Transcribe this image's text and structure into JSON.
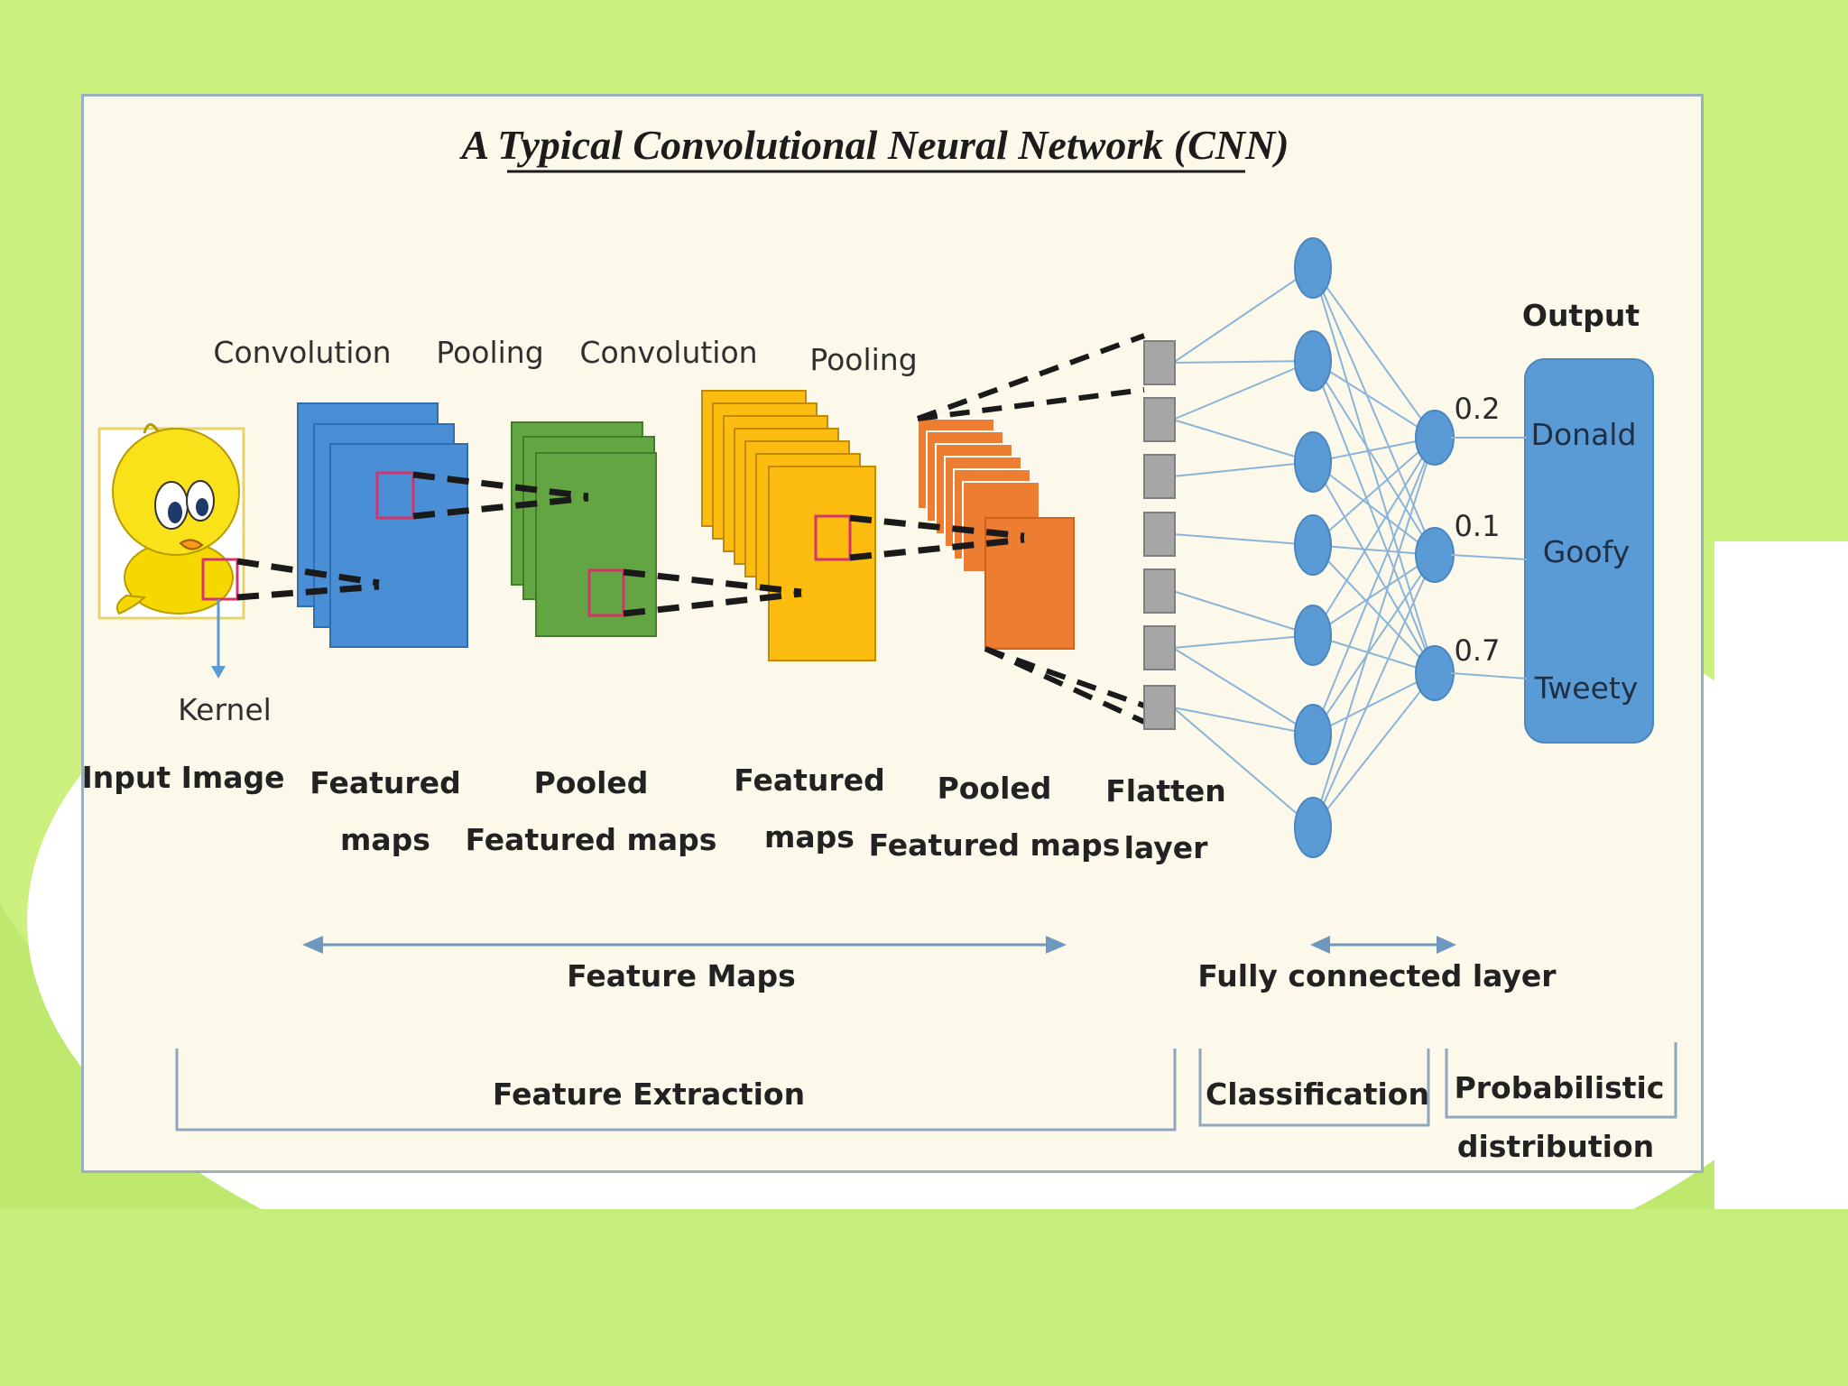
{
  "title": "A Typical Convolutional Neural Network (CNN)",
  "top_labels": [
    "Convolution",
    "Pooling",
    "Convolution",
    "Pooling"
  ],
  "kernel_label": "Kernel",
  "stage_labels": {
    "input": "Input Image",
    "featured_maps_1": [
      "Featured",
      "maps"
    ],
    "pooled_1": [
      "Pooled",
      "Featured maps"
    ],
    "featured_maps_2": [
      "Featured",
      "maps"
    ],
    "pooled_2": [
      "Pooled",
      "Featured maps"
    ],
    "flatten": [
      "Flatten",
      "layer"
    ]
  },
  "output": {
    "title": "Output",
    "classes": [
      "Donald",
      "Goofy",
      "Tweety"
    ],
    "probabilities": [
      "0.2",
      "0.1",
      "0.7"
    ]
  },
  "span_labels": {
    "feature_maps": "Feature Maps",
    "fully_connected": "Fully connected layer"
  },
  "brackets": {
    "feature_extraction": "Feature Extraction",
    "classification": "Classification",
    "probabilistic": [
      "Probabilistic",
      "distribution"
    ]
  },
  "colors": {
    "background": "#cbf07e",
    "panel": "#fdf9ea",
    "blue_maps": "#4a8fd6",
    "green_maps": "#63a443",
    "yellow_maps": "#fdbd10",
    "orange_maps": "#ed7d31",
    "flatten_cells": "#a6a6a6",
    "nodes": "#5b9bd5",
    "output_box": "#5b9bd5",
    "kernel": "#d6336c"
  },
  "icons": [
    "tweety-bird-icon"
  ]
}
